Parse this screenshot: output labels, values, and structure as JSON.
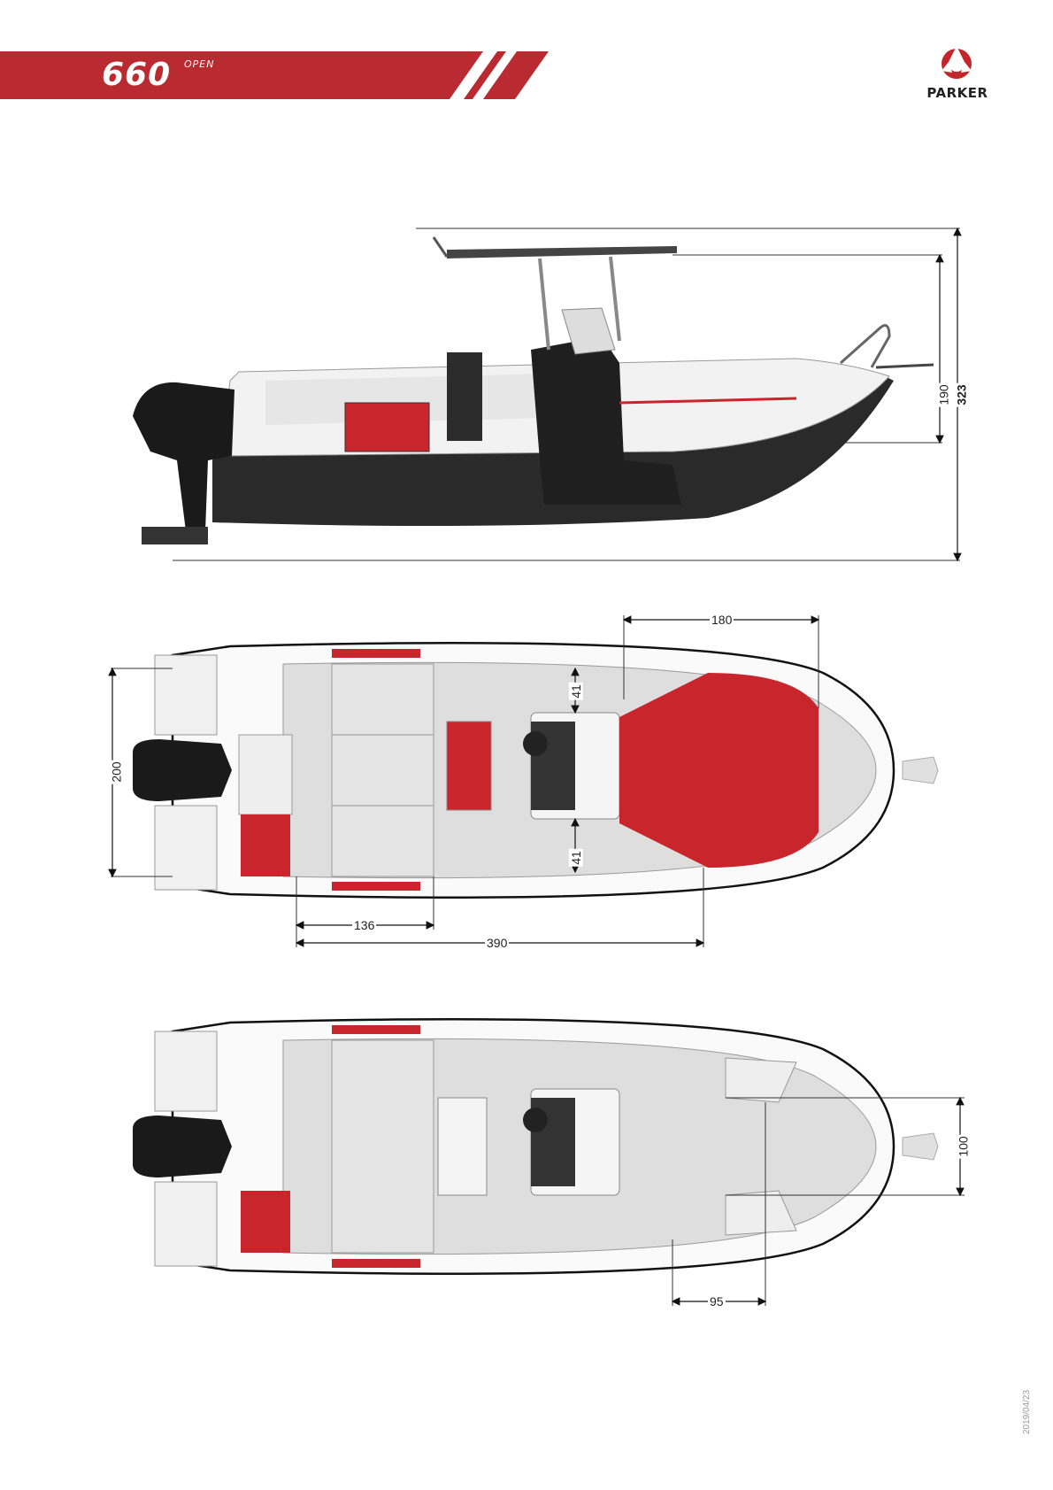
{
  "header": {
    "model": "660",
    "version": "OPEN",
    "brand": "PARKER",
    "accent_color": "#b92b31"
  },
  "dimensions": {
    "side_view": {
      "air_draft": "323",
      "hull_height": "190"
    },
    "deck_plan_seating": {
      "length_aft_section": "136",
      "length_cockpit": "390",
      "bow_section": "180",
      "beam": "200",
      "side_passage_port": "41",
      "side_passage_starboard": "41"
    },
    "deck_plan_open": {
      "bow_width": "100",
      "bow_depth": "95"
    }
  },
  "footer": {
    "date": "2019/04/23"
  },
  "icons": [
    "parker-logo-icon",
    "outboard-motor-icon"
  ]
}
